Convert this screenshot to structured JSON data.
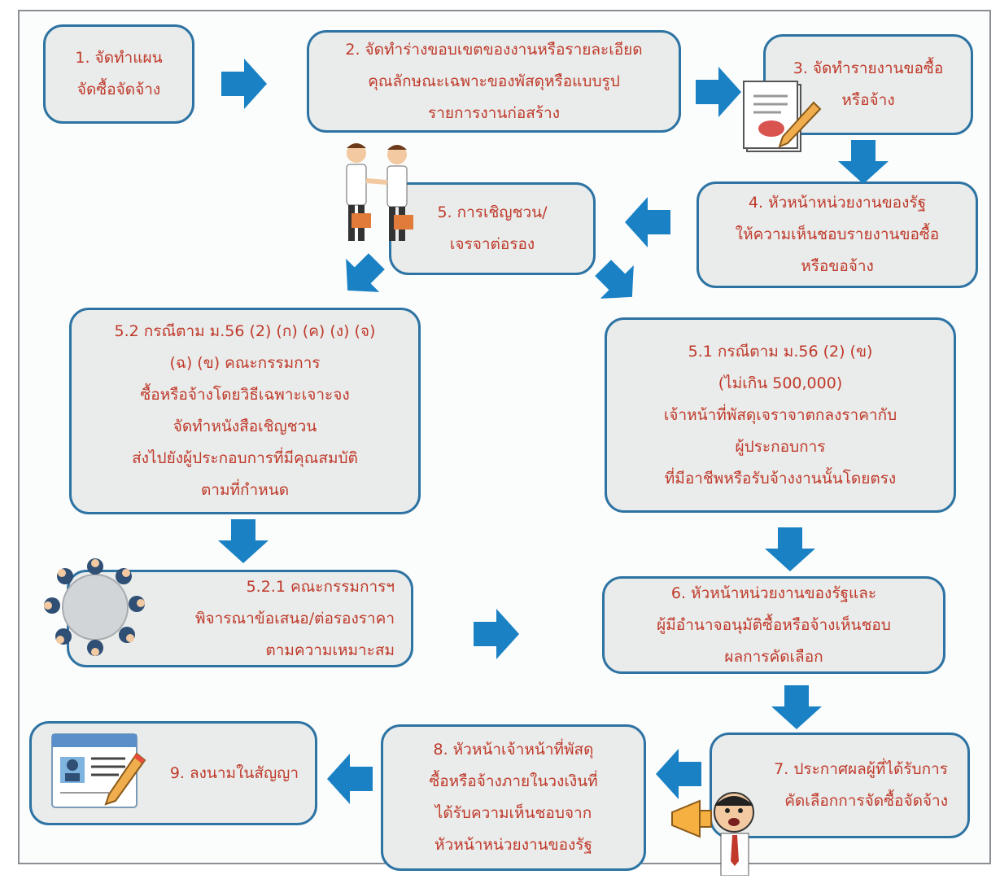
{
  "steps": {
    "s1": [
      "1. จัดทำแผน",
      "จัดซื้อจัดจ้าง"
    ],
    "s2": [
      "2. จัดทำร่างขอบเขตของงานหรือรายละเอียด",
      "คุณลักษณะเฉพาะของพัสดุหรือแบบรูป",
      "รายการงานก่อสร้าง"
    ],
    "s3": [
      "3. จัดทำรายงานขอซื้อ",
      "หรือจ้าง"
    ],
    "s4": [
      "4. หัวหน้าหน่วยงานของรัฐ",
      "ให้ความเห็นชอบรายงานขอซื้อ",
      "หรือขอจ้าง"
    ],
    "s5": [
      "5. การเชิญชวน/",
      "เจรจาต่อรอง"
    ],
    "s51": [
      "5.1 กรณีตาม ม.56 (2) (ข)",
      "(ไม่เกิน 500,000)",
      "เจ้าหน้าที่พัสดุเจราจาตกลงราคากับ",
      "ผู้ประกอบการ",
      "ที่มีอาชีพหรือรับจ้างงานนั้นโดยตรง"
    ],
    "s52": [
      "5.2 กรณีตาม ม.56 (2) (ก) (ค) (ง) (จ)",
      "(ฉ) (ข) คณะกรรมการ",
      "ซื้อหรือจ้างโดยวิธีเฉพาะเจาะจง",
      "จัดทำหนังสือเชิญชวน",
      "ส่งไปยังผู้ประกอบการที่มีคุณสมบัติ",
      "ตามที่กำหนด"
    ],
    "s521": [
      "5.2.1 คณะกรรมการฯ",
      "พิจารณาข้อเสนอ/ต่อรองราคา",
      "ตามความเหมาะสม"
    ],
    "s6": [
      "6. หัวหน้าหน่วยงานของรัฐและ",
      "ผู้มีอำนาจอนุมัติซื้อหรือจ้างเห็นชอบ",
      "ผลการคัดเลือก"
    ],
    "s7": [
      "7. ประกาศผลผู้ที่ได้รับการ",
      "คัดเลือกการจัดซื้อจัดจ้าง"
    ],
    "s8": [
      "8. หัวหน้าเจ้าหน้าที่พัสดุ",
      "ซื้อหรือจ้างภายในวงเงินที่",
      "ได้รับความเห็นชอบจาก",
      "หัวหน้าหน่วยงานของรัฐ"
    ],
    "s9": [
      "9. ลงนามในสัญญา"
    ]
  },
  "icons": [
    "document-pencil-icon",
    "handshake-icon",
    "meeting-table-icon",
    "megaphone-icon",
    "contract-card-icon"
  ],
  "colors": {
    "box_border": "#2d73a3",
    "box_fill": "#e9ecea",
    "text": "#c0392b",
    "arrow": "#1a82c4"
  }
}
